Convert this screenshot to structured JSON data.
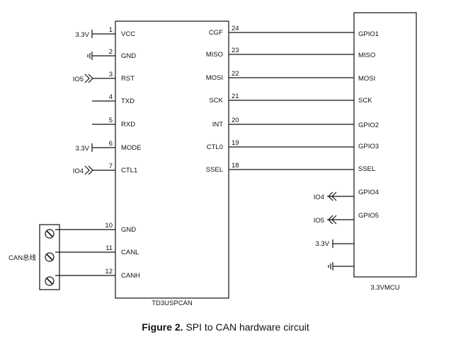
{
  "chip": {
    "name": "TD3USPCAN",
    "left_pins": [
      {
        "num": "1",
        "name": "VCC",
        "net": "3.3V",
        "conn": "label"
      },
      {
        "num": "2",
        "name": "GND",
        "net": "",
        "conn": "ground"
      },
      {
        "num": "3",
        "name": "RST",
        "net": "IO5",
        "conn": "arrow-in"
      },
      {
        "num": "4",
        "name": "TXD",
        "net": "",
        "conn": "stub"
      },
      {
        "num": "5",
        "name": "RXD",
        "net": "",
        "conn": "stub"
      },
      {
        "num": "6",
        "name": "MODE",
        "net": "3.3V",
        "conn": "label"
      },
      {
        "num": "7",
        "name": "CTL1",
        "net": "IO4",
        "conn": "arrow-in"
      },
      {
        "num": "10",
        "name": "GND",
        "net": "",
        "conn": "terminal"
      },
      {
        "num": "11",
        "name": "CANL",
        "net": "",
        "conn": "terminal"
      },
      {
        "num": "12",
        "name": "CANH",
        "net": "",
        "conn": "terminal"
      }
    ],
    "right_pins": [
      {
        "num": "24",
        "name": "CGF"
      },
      {
        "num": "23",
        "name": "MISO"
      },
      {
        "num": "22",
        "name": "MOSI"
      },
      {
        "num": "21",
        "name": "SCK"
      },
      {
        "num": "20",
        "name": "INT"
      },
      {
        "num": "19",
        "name": "CTL0"
      },
      {
        "num": "18",
        "name": "SSEL"
      }
    ]
  },
  "mcu": {
    "name": "3.3VMCU",
    "pins": [
      "GPIO1",
      "MISO",
      "MOSI",
      "SCK",
      "GPIO2",
      "GPIO3",
      "SSEL",
      "GPIO4",
      "GPIO5"
    ],
    "io_labels": [
      "IO4",
      "IO5"
    ],
    "power_label": "3.3V"
  },
  "can_label": "CAN总线",
  "caption": {
    "prefix": "Figure 2.",
    "text": "SPI to CAN hardware circuit"
  }
}
